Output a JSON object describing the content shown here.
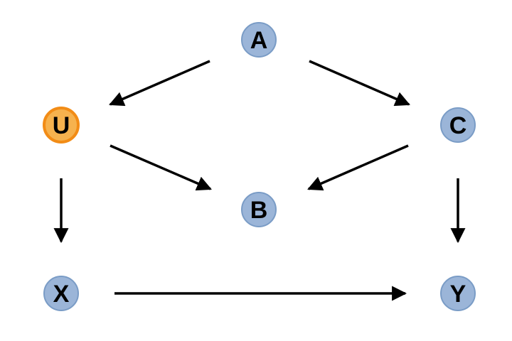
{
  "colors": {
    "node_fill": "#9bb5d8",
    "node_stroke": "#7a9cc6",
    "highlight_fill": "#f6b24e",
    "highlight_stroke": "#f28c16",
    "edge": "#000000"
  },
  "nodes": [
    {
      "id": "A",
      "label": "A",
      "highlight": false
    },
    {
      "id": "U",
      "label": "U",
      "highlight": true
    },
    {
      "id": "C",
      "label": "C",
      "highlight": false
    },
    {
      "id": "B",
      "label": "B",
      "highlight": false
    },
    {
      "id": "X",
      "label": "X",
      "highlight": false
    },
    {
      "id": "Y",
      "label": "Y",
      "highlight": false
    }
  ],
  "edges": [
    {
      "from": "A",
      "to": "U"
    },
    {
      "from": "A",
      "to": "C"
    },
    {
      "from": "U",
      "to": "B"
    },
    {
      "from": "C",
      "to": "B"
    },
    {
      "from": "U",
      "to": "X"
    },
    {
      "from": "C",
      "to": "Y"
    },
    {
      "from": "X",
      "to": "Y"
    }
  ]
}
